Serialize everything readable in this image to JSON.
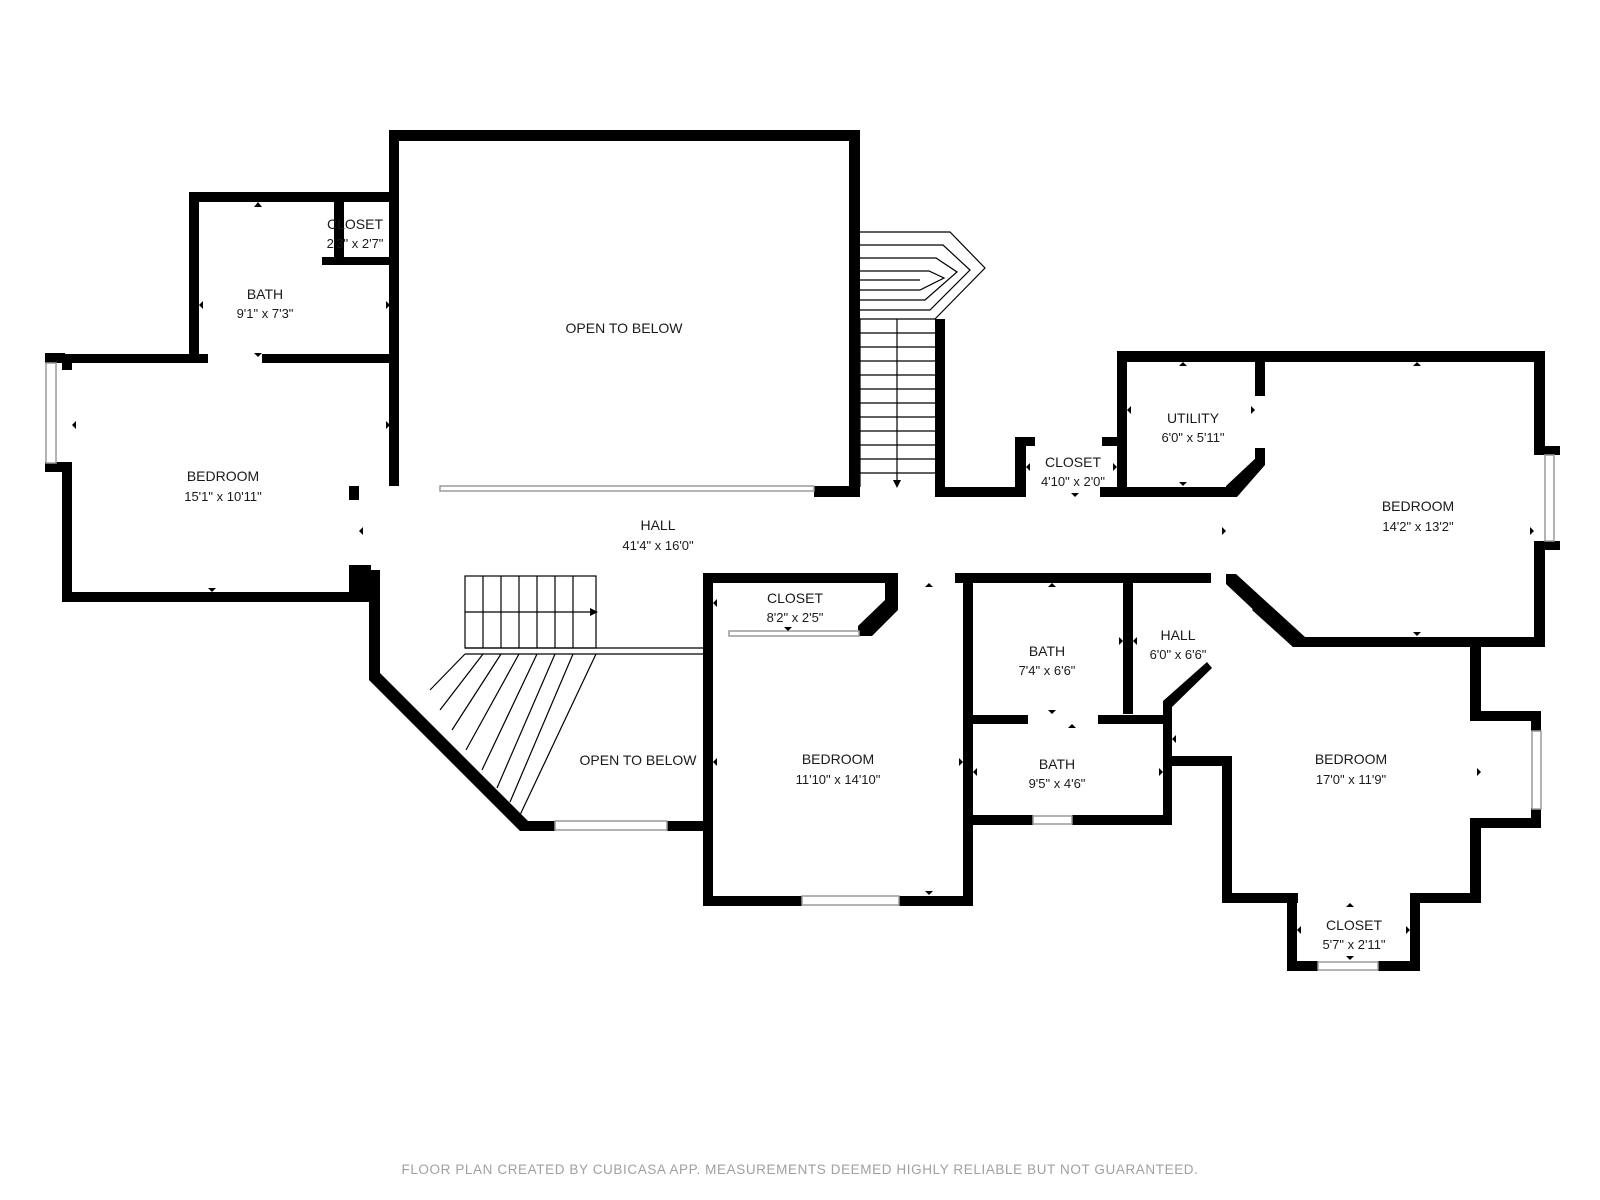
{
  "rooms": [
    {
      "id": "closet-nw",
      "name": "CLOSET",
      "dim": "2'3\" x 2'7\""
    },
    {
      "id": "bath-nw",
      "name": "BATH",
      "dim": "9'1\" x 7'3\""
    },
    {
      "id": "open-to-below-n",
      "name": "OPEN TO BELOW",
      "dim": ""
    },
    {
      "id": "bedroom-w",
      "name": "BEDROOM",
      "dim": "15'1\" x 10'11\""
    },
    {
      "id": "hall-main",
      "name": "HALL",
      "dim": "41'4\" x 16'0\""
    },
    {
      "id": "closet-mid",
      "name": "CLOSET",
      "dim": "4'10\" x 2'0\""
    },
    {
      "id": "utility",
      "name": "UTILITY",
      "dim": "6'0\" x 5'11\""
    },
    {
      "id": "bedroom-e",
      "name": "BEDROOM",
      "dim": "14'2\" x 13'2\""
    },
    {
      "id": "closet-s",
      "name": "CLOSET",
      "dim": "8'2\" x 2'5\""
    },
    {
      "id": "open-to-below-s",
      "name": "OPEN TO BELOW",
      "dim": ""
    },
    {
      "id": "bedroom-s",
      "name": "BEDROOM",
      "dim": "11'10\" x 14'10\""
    },
    {
      "id": "bath-s1",
      "name": "BATH",
      "dim": "7'4\" x 6'6\""
    },
    {
      "id": "hall-small",
      "name": "HALL",
      "dim": "6'0\" x 6'6\""
    },
    {
      "id": "bath-s2",
      "name": "BATH",
      "dim": "9'5\" x 4'6\""
    },
    {
      "id": "bedroom-se",
      "name": "BEDROOM",
      "dim": "17'0\" x 11'9\""
    },
    {
      "id": "closet-se",
      "name": "CLOSET",
      "dim": "5'7\" x 2'11\""
    }
  ],
  "footer": "FLOOR PLAN CREATED BY CUBICASA APP. MEASUREMENTS DEEMED HIGHLY RELIABLE BUT NOT GUARANTEED."
}
